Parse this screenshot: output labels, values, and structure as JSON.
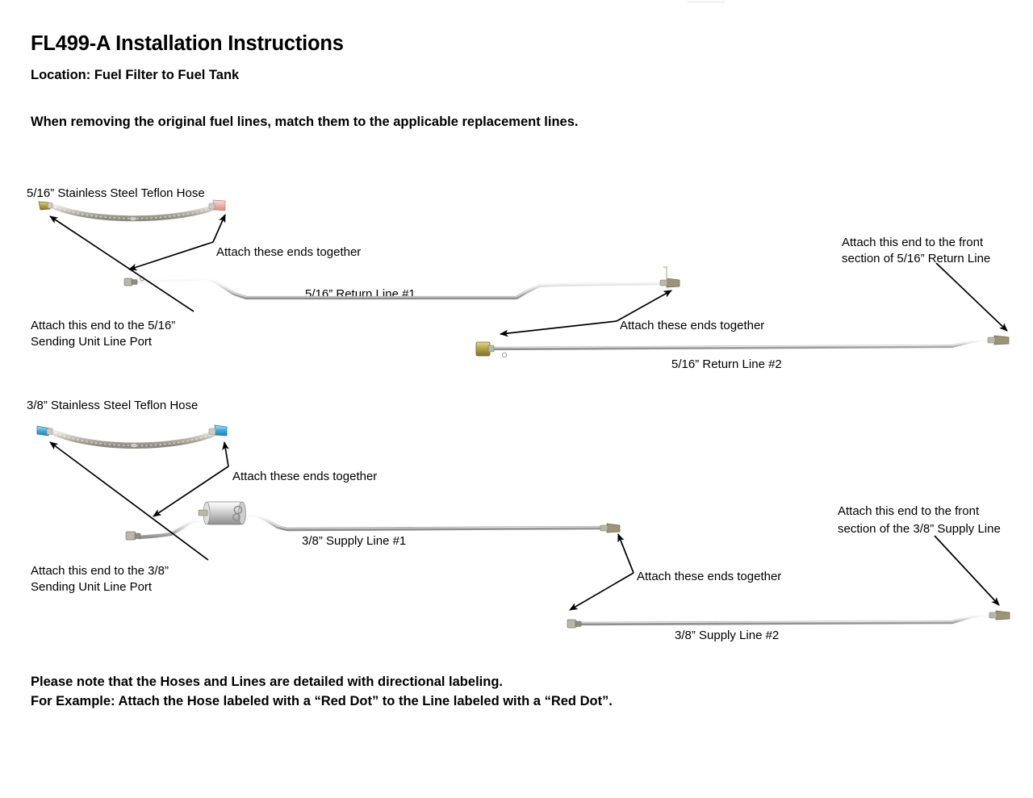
{
  "document": {
    "title": "FL499-A Installation Instructions",
    "location": "Location: Fuel Filter to Fuel Tank",
    "instruction": "When removing the original fuel lines, match them to the applicable replacement lines.",
    "note_line_1": "Please note that the Hoses and Lines are detailed with directional labeling.",
    "note_line_2": "For Example: Attach the Hose labeled with a “Red Dot” to the Line labeled with a “Red Dot”."
  },
  "section_516": {
    "hose_label": "5/16” Stainless Steel Teflon Hose",
    "attach_ends_together": "Attach these ends together",
    "attach_sending_unit_line_1": "Attach this end to the 5/16”",
    "attach_sending_unit_line_2": "Sending Unit Line Port",
    "return_line_1_label": "5/16” Return Line #1",
    "return_line_2_label": "5/16” Return Line #2",
    "attach_front_section_line_1": "Attach this end to the front",
    "attach_front_section_line_2": "section of 5/16” Return Line",
    "attach_ends_together_2": "Attach these ends together",
    "hose_left_fitting_color": "#b0a02a",
    "hose_right_fitting_color": "#f0b8b0",
    "dot_marker": "Red Dot"
  },
  "section_38": {
    "hose_label": "3/8” Stainless Steel Teflon Hose",
    "attach_ends_together": "Attach these ends together",
    "attach_sending_unit_line_1": "Attach this end to the 3/8”",
    "attach_sending_unit_line_2": "Sending Unit Line Port",
    "supply_line_1_label": "3/8” Supply Line #1",
    "supply_line_2_label": "3/8” Supply Line #2",
    "attach_front_section_line_1": "Attach this end to the front",
    "attach_front_section_line_2": "section of the 3/8” Supply Line",
    "attach_ends_together_2": "Attach these ends together",
    "hose_left_fitting_color": "#39a8d8",
    "hose_right_fitting_color": "#39a8d8",
    "filter_canister": "fuel-filter-canister"
  },
  "colors": {
    "line_steel_light": "#e8e8e8",
    "line_steel_mid": "#c9c9c9",
    "line_steel_dark": "#9a9a9a",
    "brass": "#a89a52",
    "braid_light": "#d8d6cc",
    "braid_dark": "#a9a79b",
    "text": "#000000",
    "background": "#ffffff"
  }
}
